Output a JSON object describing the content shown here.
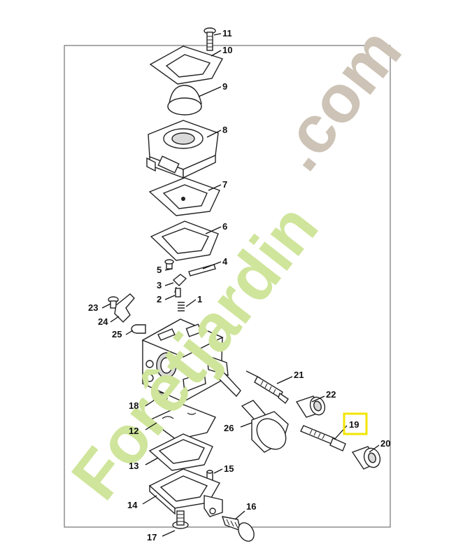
{
  "diagram": {
    "highlight_color": "#f2e600",
    "watermark": {
      "green_text": "Forêtjardin",
      "grey_text": ".com",
      "green_color": "#cfe59b",
      "grey_color": "#cdc3b6"
    },
    "labels": {
      "p1": "1",
      "p2": "2",
      "p3": "3",
      "p4": "4",
      "p5": "5",
      "p6": "6",
      "p7": "7",
      "p8": "8",
      "p9": "9",
      "p10": "10",
      "p11": "11",
      "p12": "12",
      "p13": "13",
      "p14": "14",
      "p15": "15",
      "p16": "16",
      "p17": "17",
      "p18": "18",
      "p19": "19",
      "p20": "20",
      "p21": "21",
      "p22": "22",
      "p23": "23",
      "p24": "24",
      "p25": "25",
      "p26": "26"
    }
  }
}
